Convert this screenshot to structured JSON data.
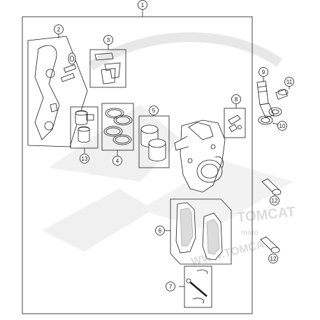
{
  "watermark": {
    "brand": "TOMCAT",
    "sub": "moto",
    "url": "WWW.TOMCAT"
  },
  "callouts": {
    "c1": "1",
    "c2": "2",
    "c3": "3",
    "c4": "4",
    "c5": "5",
    "c6": "6",
    "c7": "7",
    "c8": "8",
    "c9": "9",
    "c10": "10",
    "c11": "11",
    "c12a": "12",
    "c12b": "12",
    "c13": "13"
  },
  "colors": {
    "line": "#1a1a1a",
    "accent": "#e30613",
    "watermark": "#d9d9d9",
    "part_fill": "#ffffff",
    "shade": "#9a9a9a"
  }
}
